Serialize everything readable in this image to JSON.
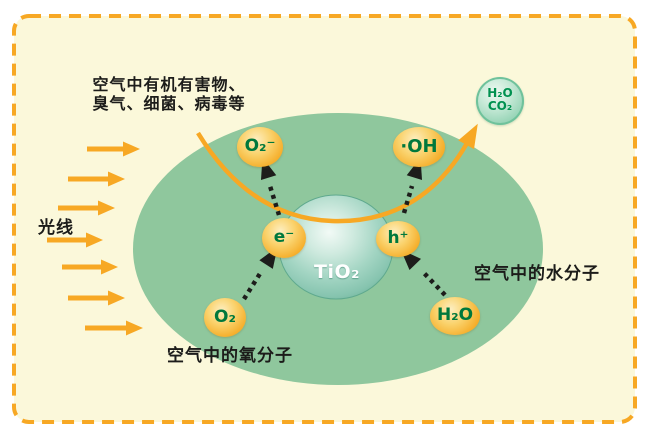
{
  "labels": {
    "pollutants_line1": "空气中有机有害物、",
    "pollutants_line2": "臭气、细菌、病毒等",
    "light": "光线",
    "oxygen_molecules": "空气中的氧分子",
    "water_molecules": "空气中的水分子"
  },
  "particles": {
    "superoxide": "O₂⁻",
    "hydroxyl": "·OH",
    "electron": "e⁻",
    "hole": "h⁺",
    "oxygen": "O₂",
    "water": "H₂O",
    "catalyst": "TiO₂",
    "products": {
      "line1": "H₂O",
      "line2": "CO₂"
    }
  },
  "colors": {
    "border_orange": "#F7A824",
    "background_cream": "#FBF8DA",
    "air_region_green": "#8FC79D",
    "sphere_teal": "#8CC7B4",
    "bubble_orange": "#F5A921",
    "bubble_text_green": "#00783C",
    "products_bubble_green": "#7CC8A3",
    "dotted_arrow_black": "#1D1D1B",
    "label_black": "#1C1C1A"
  },
  "icons": {
    "light_ray_arrows": "right-arrow-icon x7",
    "reaction_path": "curved-arrow-icon",
    "transfer_arrows": "dotted-up-arrow-icon x4"
  }
}
